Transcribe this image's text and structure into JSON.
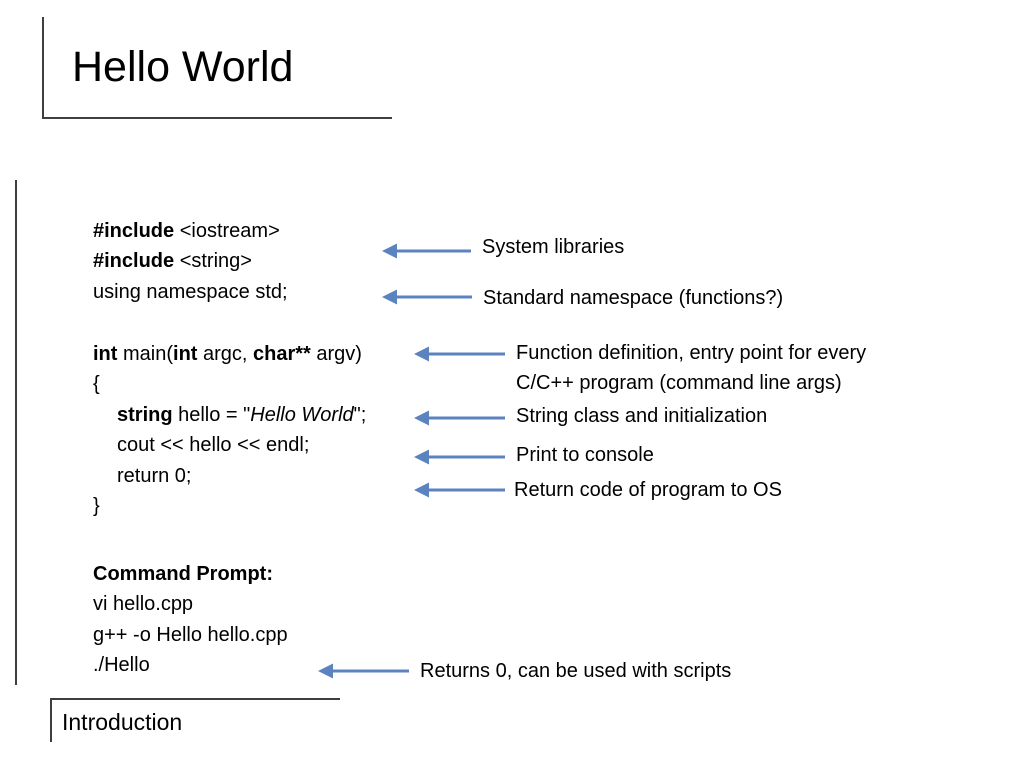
{
  "slide": {
    "title": "Hello World",
    "footer": "Introduction"
  },
  "code": {
    "l1": {
      "kw": "#include",
      "rest": " <iostream>"
    },
    "l2": {
      "kw": "#include",
      "rest": " <string>"
    },
    "l3": "using namespace std;",
    "l5": {
      "kw1": "int",
      "t1": " main(",
      "kw2": "int",
      "t2": " argc, ",
      "kw3": "char**",
      "t3": " argv)"
    },
    "l6": "{",
    "l7": {
      "kw": "string",
      "t1": " hello = \"",
      "it": "Hello World",
      "t2": "\";"
    },
    "l8": "cout << hello << endl;",
    "l9": "return 0;",
    "l10": "}",
    "cmd_heading": "Command Prompt:",
    "cmd1": "vi hello.cpp",
    "cmd2": "g++ -o Hello hello.cpp",
    "cmd3": "./Hello"
  },
  "notes": {
    "system_libraries": "System libraries",
    "namespace": "Standard namespace (functions?)",
    "function_def_1": "Function definition, entry point for every",
    "function_def_2": "C/C++ program (command line args)",
    "string_class": "String class and initialization",
    "print": "Print to console",
    "return_code": "Return code of program to OS",
    "returns_zero": "Returns 0, can be used with scripts"
  },
  "colors": {
    "arrow": "#5b83bf",
    "rule": "#3f3f3f"
  }
}
